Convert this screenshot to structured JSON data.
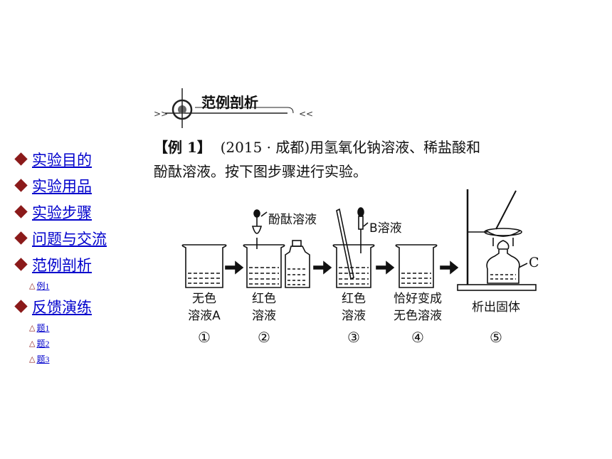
{
  "section_title": "范例剖析",
  "nav": {
    "items": [
      {
        "label": "实验目的"
      },
      {
        "label": "实验用品"
      },
      {
        "label": "实验步骤"
      },
      {
        "label": "问题与交流"
      },
      {
        "label": "范例剖析",
        "subs": [
          "例1"
        ]
      },
      {
        "label": "反馈演练",
        "subs": [
          "题1",
          "题2",
          "题3"
        ]
      }
    ]
  },
  "problem": {
    "label": "【例 1】",
    "line1": "(2015 · 成都)用氢氧化钠溶液、稀盐酸和",
    "line2": "酚酞溶液。按下图步骤进行实验。"
  },
  "figure": {
    "reagent_1": "酚酞溶液",
    "reagent_2": "B溶液",
    "label_c": "C",
    "steps": [
      {
        "cap1": "无色",
        "cap2": "溶液A",
        "num": "①"
      },
      {
        "cap1": "红色",
        "cap2": "溶液",
        "num": "②"
      },
      {
        "cap1": "红色",
        "cap2": "溶液",
        "num": "③"
      },
      {
        "cap1": "恰好变成",
        "cap2": "无色溶液",
        "num": "④"
      },
      {
        "cap1": "析出固体",
        "cap2": "",
        "num": "⑤"
      }
    ]
  }
}
